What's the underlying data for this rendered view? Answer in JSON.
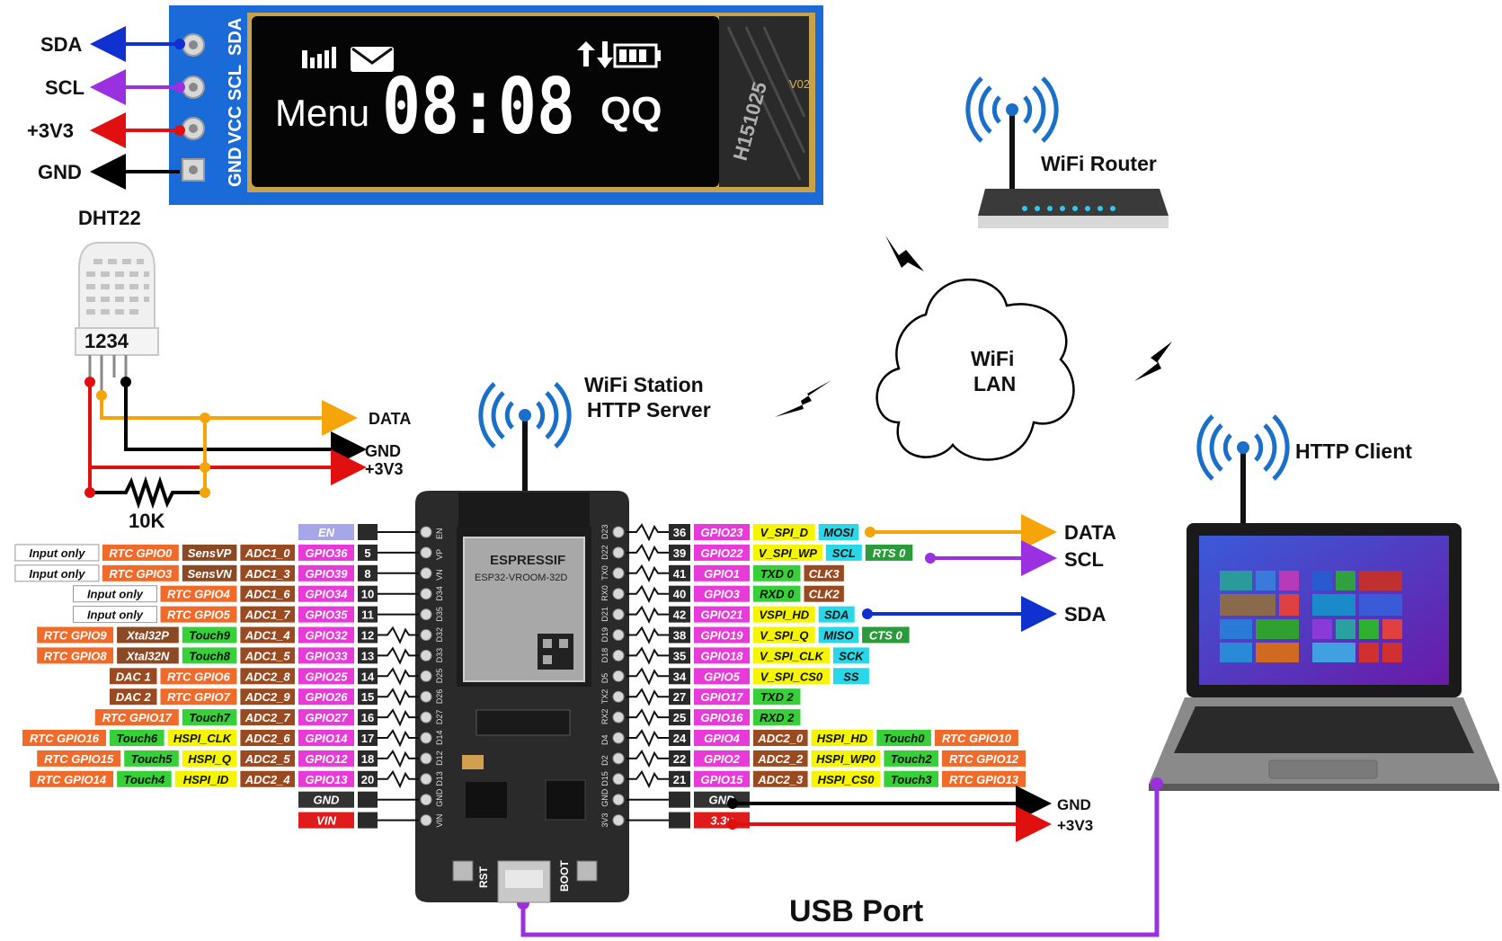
{
  "oled": {
    "pins": [
      "SDA",
      "SCL",
      "VCC",
      "GND"
    ],
    "wire_labels": [
      "SDA",
      "SCL",
      "+3V3",
      "GND"
    ],
    "screen": {
      "menu": "Menu",
      "time": "08:08",
      "right": "QQ"
    },
    "side_code": "H151025",
    "corner": "V02"
  },
  "dht": {
    "title": "DHT22",
    "pins": "1234",
    "resistor": "10K",
    "wires": [
      "DATA",
      "GND",
      "+3V3"
    ]
  },
  "station": {
    "line1": "WiFi Station",
    "line2": "HTTP Server"
  },
  "router": {
    "title": "WiFi Router"
  },
  "cloud": {
    "line1": "WiFi",
    "line2": "LAN"
  },
  "client": {
    "title": "HTTP Client"
  },
  "usb": {
    "label": "USB Port"
  },
  "module": {
    "brand": "ESPRESSIF",
    "model": "ESP32-VROOM-32D"
  },
  "board_buttons": [
    "RST",
    "BOOT"
  ],
  "left_pins": [
    {
      "num": "",
      "gpio": "EN",
      "fns": []
    },
    {
      "num": "5",
      "gpio": "GPIO36",
      "fns": [
        {
          "t": "ADC1_0",
          "c": "adc"
        },
        {
          "t": "SensVP",
          "c": "sens"
        },
        {
          "t": "RTC GPIO0",
          "c": "rtc"
        },
        {
          "t": "Input only",
          "c": "inp"
        }
      ]
    },
    {
      "num": "8",
      "gpio": "GPIO39",
      "fns": [
        {
          "t": "ADC1_3",
          "c": "adc"
        },
        {
          "t": "SensVN",
          "c": "sens"
        },
        {
          "t": "RTC GPIO3",
          "c": "rtc"
        },
        {
          "t": "Input only",
          "c": "inp"
        }
      ]
    },
    {
      "num": "10",
      "gpio": "GPIO34",
      "fns": [
        {
          "t": "ADC1_6",
          "c": "adc"
        },
        {
          "t": "RTC GPIO4",
          "c": "rtc"
        },
        {
          "t": "Input only",
          "c": "inp"
        }
      ]
    },
    {
      "num": "11",
      "gpio": "GPIO35",
      "fns": [
        {
          "t": "ADC1_7",
          "c": "adc"
        },
        {
          "t": "RTC GPIO5",
          "c": "rtc"
        },
        {
          "t": "Input only",
          "c": "inp"
        }
      ]
    },
    {
      "num": "12",
      "gpio": "GPIO32",
      "fns": [
        {
          "t": "ADC1_4",
          "c": "adc"
        },
        {
          "t": "Touch9",
          "c": "touch"
        },
        {
          "t": "Xtal32P",
          "c": "sens"
        },
        {
          "t": "RTC GPIO9",
          "c": "rtc"
        }
      ]
    },
    {
      "num": "13",
      "gpio": "GPIO33",
      "fns": [
        {
          "t": "ADC1_5",
          "c": "adc"
        },
        {
          "t": "Touch8",
          "c": "touch"
        },
        {
          "t": "Xtal32N",
          "c": "sens"
        },
        {
          "t": "RTC GPIO8",
          "c": "rtc"
        }
      ]
    },
    {
      "num": "14",
      "gpio": "GPIO25",
      "fns": [
        {
          "t": "ADC2_8",
          "c": "adc"
        },
        {
          "t": "RTC GPIO6",
          "c": "rtc"
        },
        {
          "t": "DAC 1",
          "c": "adc"
        }
      ]
    },
    {
      "num": "15",
      "gpio": "GPIO26",
      "fns": [
        {
          "t": "ADC2_9",
          "c": "adc"
        },
        {
          "t": "RTC GPIO7",
          "c": "rtc"
        },
        {
          "t": "DAC 2",
          "c": "adc"
        }
      ]
    },
    {
      "num": "16",
      "gpio": "GPIO27",
      "fns": [
        {
          "t": "ADC2_7",
          "c": "adc"
        },
        {
          "t": "Touch7",
          "c": "touch"
        },
        {
          "t": "RTC GPIO17",
          "c": "rtc"
        }
      ]
    },
    {
      "num": "17",
      "gpio": "GPIO14",
      "fns": [
        {
          "t": "ADC2_6",
          "c": "adc"
        },
        {
          "t": "HSPI_CLK",
          "c": "spi"
        },
        {
          "t": "Touch6",
          "c": "touch"
        },
        {
          "t": "RTC GPIO16",
          "c": "rtc"
        }
      ]
    },
    {
      "num": "18",
      "gpio": "GPIO12",
      "fns": [
        {
          "t": "ADC2_5",
          "c": "adc"
        },
        {
          "t": "HSPI_Q",
          "c": "spi"
        },
        {
          "t": "Touch5",
          "c": "touch"
        },
        {
          "t": "RTC GPIO15",
          "c": "rtc"
        }
      ]
    },
    {
      "num": "20",
      "gpio": "GPIO13",
      "fns": [
        {
          "t": "ADC2_4",
          "c": "adc"
        },
        {
          "t": "HSPI_ID",
          "c": "spi"
        },
        {
          "t": "Touch4",
          "c": "touch"
        },
        {
          "t": "RTC GPIO14",
          "c": "rtc"
        }
      ]
    },
    {
      "num": "",
      "gpio": "GND",
      "fns": []
    },
    {
      "num": "",
      "gpio": "VIN",
      "fns": []
    }
  ],
  "right_pins": [
    {
      "num": "36",
      "gpio": "GPIO23",
      "fns": [
        {
          "t": "V_SPI_D",
          "c": "spi"
        },
        {
          "t": "MOSI",
          "c": "cyan"
        }
      ]
    },
    {
      "num": "39",
      "gpio": "GPIO22",
      "fns": [
        {
          "t": "V_SPI_WP",
          "c": "spi"
        },
        {
          "t": "SCL",
          "c": "cyan"
        },
        {
          "t": "RTS 0",
          "c": "green"
        }
      ]
    },
    {
      "num": "41",
      "gpio": "GPIO1",
      "fns": [
        {
          "t": "TXD 0",
          "c": "touch"
        },
        {
          "t": "CLK3",
          "c": "adc"
        }
      ]
    },
    {
      "num": "40",
      "gpio": "GPIO3",
      "fns": [
        {
          "t": "RXD 0",
          "c": "touch"
        },
        {
          "t": "CLK2",
          "c": "adc"
        }
      ]
    },
    {
      "num": "42",
      "gpio": "GPIO21",
      "fns": [
        {
          "t": "VSPI_HD",
          "c": "spi"
        },
        {
          "t": "SDA",
          "c": "cyan"
        }
      ]
    },
    {
      "num": "38",
      "gpio": "GPIO19",
      "fns": [
        {
          "t": "V_SPI_Q",
          "c": "spi"
        },
        {
          "t": "MISO",
          "c": "cyan"
        },
        {
          "t": "CTS 0",
          "c": "green"
        }
      ]
    },
    {
      "num": "35",
      "gpio": "GPIO18",
      "fns": [
        {
          "t": "V_SPI_CLK",
          "c": "spi"
        },
        {
          "t": "SCK",
          "c": "cyan"
        }
      ]
    },
    {
      "num": "34",
      "gpio": "GPIO5",
      "fns": [
        {
          "t": "V_SPI_CS0",
          "c": "spi"
        },
        {
          "t": "SS",
          "c": "cyan"
        }
      ]
    },
    {
      "num": "27",
      "gpio": "GPIO17",
      "fns": [
        {
          "t": "TXD 2",
          "c": "touch"
        }
      ]
    },
    {
      "num": "25",
      "gpio": "GPIO16",
      "fns": [
        {
          "t": "RXD 2",
          "c": "touch"
        }
      ]
    },
    {
      "num": "24",
      "gpio": "GPIO4",
      "fns": [
        {
          "t": "ADC2_0",
          "c": "adc"
        },
        {
          "t": "HSPI_HD",
          "c": "spi"
        },
        {
          "t": "Touch0",
          "c": "touch"
        },
        {
          "t": "RTC GPIO10",
          "c": "rtc"
        }
      ]
    },
    {
      "num": "22",
      "gpio": "GPIO2",
      "fns": [
        {
          "t": "ADC2_2",
          "c": "adc"
        },
        {
          "t": "HSPI_WP0",
          "c": "spi"
        },
        {
          "t": "Touch2",
          "c": "touch"
        },
        {
          "t": "RTC GPIO12",
          "c": "rtc"
        }
      ]
    },
    {
      "num": "21",
      "gpio": "GPIO15",
      "fns": [
        {
          "t": "ADC2_3",
          "c": "adc"
        },
        {
          "t": "HSPI_CS0",
          "c": "spi"
        },
        {
          "t": "Touch3",
          "c": "touch"
        },
        {
          "t": "RTC GPIO13",
          "c": "rtc"
        }
      ]
    },
    {
      "num": "",
      "gpio": "GND",
      "fns": []
    },
    {
      "num": "",
      "gpio": "3.3v",
      "fns": []
    }
  ],
  "board_silk_left": [
    "EN",
    "VP",
    "VN",
    "D34",
    "D35",
    "D32",
    "D33",
    "D25",
    "D26",
    "D27",
    "D14",
    "D12",
    "D13",
    "GND",
    "VIN"
  ],
  "board_silk_right": [
    "D23",
    "D22",
    "TX0",
    "RX0",
    "D21",
    "D19",
    "D18",
    "D5",
    "TX2",
    "RX2",
    "D4",
    "D2",
    "D15",
    "GND",
    "3V3"
  ],
  "esp_wires": [
    "DATA",
    "SCL",
    "SDA",
    "GND",
    "+3V3"
  ],
  "colors": {
    "gpio": "#e83ad8",
    "adc": "#9a4a20",
    "rtc": "#f06a2a",
    "sens": "#8a4a26",
    "touch": "#38d038",
    "spi": "#f5f500",
    "cyan": "#28d8e8",
    "green": "#2a9a3a",
    "inp": "#ffffff",
    "num": "#2a2a2a",
    "en": "#a6a6e8",
    "gnd": "#333333",
    "vin": "#e01b1b",
    "blue": "#1030d0",
    "purple": "#9a30e0",
    "red": "#e01010",
    "black": "#000000",
    "orange": "#f5a40a",
    "wifi": "#1a70c8"
  }
}
